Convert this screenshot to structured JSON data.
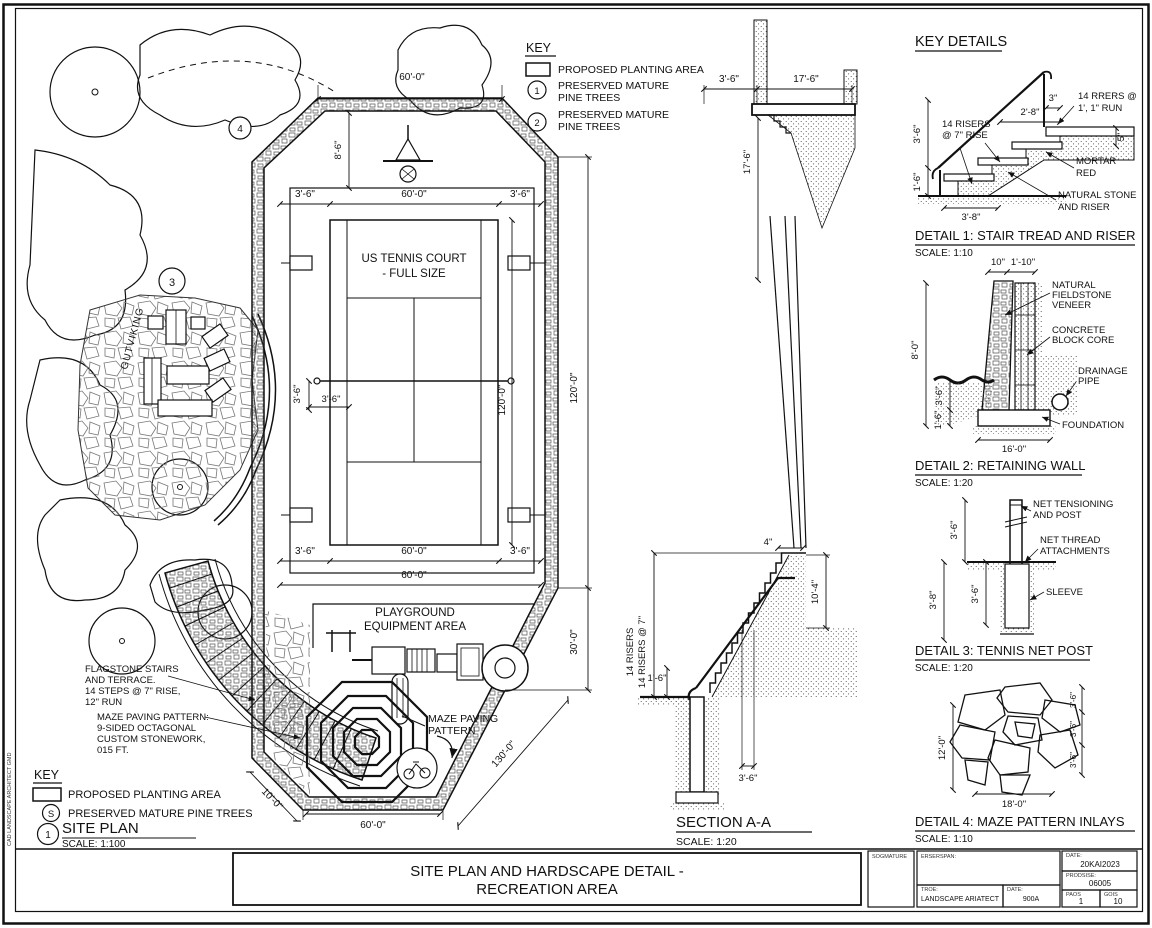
{
  "edge_text": "CAD LANDSCAPE ARCHITECT GMD",
  "key_top": {
    "title": "KEY",
    "swatch_label": "PROPOSED PLANTING AREA",
    "item1_badge": "1",
    "item1_line1": "PRESERVED MATURE",
    "item1_line2": "PINE TREES",
    "item2_badge": "2",
    "item2_line1": "PRESERVED MATURE",
    "item2_line2": "PINE TREES"
  },
  "key_bottom": {
    "title": "KEY",
    "swatch_label": "PROPOSED PLANTING AREA",
    "tree_badge": "S",
    "tree_label": "PRESERVED MATURE PINE TREES",
    "plan_badge": "1",
    "plan_title": "SITE PLAN",
    "plan_scale": "SCALE: 1:100"
  },
  "plan": {
    "court_line1": "US TENNIS COURT",
    "court_line2": "- FULL SIZE",
    "playground_line1": "PLAYGROUND",
    "playground_line2": "EQUIPMENT AREA",
    "maze_line1": "MAZE PAVING",
    "maze_line2": "PATTERN",
    "terrace_label": "GUTVIKING",
    "tree3_badge": "3",
    "tree4_badge": "4",
    "note_stairs": [
      "FLAGSTONE STAIRS",
      "AND TERRACE.",
      "14 STEPS @ 7\" RISE,",
      "12\" RUN"
    ],
    "note_maze": [
      "MAZE PAVING PATTERN:",
      "9-SIDED OCTAGONAL",
      "CUSTOM STONEWORK,",
      "015 FT."
    ],
    "dims": {
      "top": "60'-0\"",
      "row_upper": [
        "3'-6\"",
        "60'-0\"",
        "3'-6\""
      ],
      "net_v": "3'-6\"",
      "net_h": "3'-6\"",
      "small_v": "8'-6\"",
      "right_inner": "120'-0\"",
      "right_outer": "120'-0\"",
      "right_lower": "30'-0\"",
      "row_lower": [
        "3'-6\"",
        "60'-0\"",
        "3'-6\""
      ],
      "row_lower2": "60'-0\"",
      "bottom": "60'-0\"",
      "diag_right": "130'-0\"",
      "diag_left": "10'-0\""
    }
  },
  "section": {
    "title": "SECTION A-A",
    "scale": "SCALE: 1:20",
    "dims": {
      "top_left": "3'-6\"",
      "top_right": "17'-6\"",
      "upper_v": "17'-6\"",
      "landing": "4\"",
      "risers_line1": "14 RISERS",
      "risers_line2": "14 RISERS @ 7\"",
      "riser_small": "1'-6\"",
      "wall": "3'-6\"",
      "lower_v": "10'-4\""
    }
  },
  "details": {
    "heading": "KEY DETAILS",
    "d1": {
      "title": "DETAIL 1: STAIR TREAD AND RISER",
      "scale": "SCALE: 1:10",
      "riser_line1": "14 RISERS",
      "riser_line2": "@ 7\" RISE",
      "run_line1": "14 RRERS @",
      "run_line2": "1', 1\" RUN",
      "mortar_line1": "MORTAR",
      "mortar_line2": "RED",
      "stone_line1": "NATURAL STONE",
      "stone_line2": "AND RISER",
      "dim_3": "3\"",
      "dim_2_8": "2'-8\"",
      "dim_3_6": "3'-6\"",
      "dim_1_6": "1'-6\"",
      "dim_5": "5\"",
      "dim_3_8": "3'-8\""
    },
    "d2": {
      "title": "DETAIL 2: RETAINING WALL",
      "scale": "SCALE: 1:20",
      "veneer_line1": "NATURAL",
      "veneer_line2": "FIELDSTONE",
      "veneer_line3": "VENEER",
      "core_line1": "CONCRETE",
      "core_line2": "BLOCK CORE",
      "pipe_line1": "DRAINAGE",
      "pipe_line2": "PIPE",
      "foundation": "FOUNDATION",
      "dim_10": "10\"",
      "dim_1_10": "1'-10\"",
      "dim_8_0": "8'-0\"",
      "dim_3_6": "3'-6\"",
      "dim_1_6": "1'-6\"",
      "dim_16_0": "16'-0\""
    },
    "d3": {
      "title": "DETAIL 3: TENNIS NET POST",
      "scale": "SCALE: 1:20",
      "tension_line1": "NET TENSIONING",
      "tension_line2": "AND POST",
      "thread_line1": "NET THREAD",
      "thread_line2": "ATTACHMENTS",
      "sleeve": "SLEEVE",
      "dim_top": "3'-6\"",
      "dim_outer": "3'-8\"",
      "dim_inner": "3'-6\""
    },
    "d4": {
      "title": "DETAIL 4: MAZE PATTERN INLAYS",
      "scale": "SCALE: 1:10",
      "dim_left": "12'-0\"",
      "dim_bottom": "18'-0\"",
      "dim_r1": "3'-6\"",
      "dim_r2": "3'-6\"",
      "dim_r3": "3'-6\""
    }
  },
  "titleblock": {
    "main_line1": "SITE PLAN AND HARDSCAPE DETAIL -",
    "main_line2": "RECREATION AREA",
    "signature_label": "SOGMATURE",
    "description_label": "ERSERSPAN:",
    "title_label": "TROE:",
    "title_value": "LANDSCAPE ARIATECT",
    "date_label": "DATE:",
    "date_value": "900A",
    "date2_label": "DATE:",
    "date2_value": "20KAI2023",
    "proj_label": "PRODSISE:",
    "proj_value": "06005",
    "page_label": "PAOS",
    "page_value": "1",
    "of_label": "GOIS",
    "of_value": "10"
  }
}
